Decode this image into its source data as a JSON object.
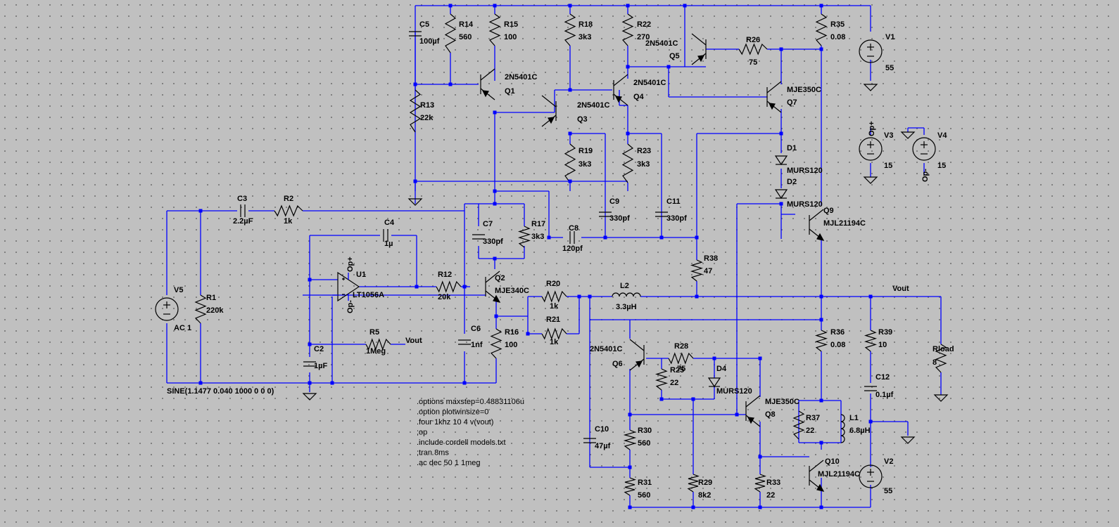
{
  "labels": {
    "C5": "C5",
    "C5v": "100µf",
    "R14": "R14",
    "R14v": "560",
    "R15": "R15",
    "R15v": "100",
    "R18": "R18",
    "R18v": "3k3",
    "R22": "R22",
    "R22v": "270",
    "R35": "R35",
    "R35v": "0.08",
    "V1": "V1",
    "V1v": "55",
    "Q5": "Q5",
    "Q5m": "2N5401C",
    "R26": "R26",
    "R26v": "75",
    "Q1": "Q1",
    "Q1m": "2N5401C",
    "Q4": "Q4",
    "Q4m": "2N5401C",
    "Q3": "Q3",
    "Q3m": "2N5401C",
    "Q7": "Q7",
    "Q7m": "MJE350C",
    "R13": "R13",
    "R13v": "22k",
    "R19": "R19",
    "R19v": "3k3",
    "R23": "R23",
    "R23v": "3k3",
    "D1": "D1",
    "D1m": "MURS120",
    "D2": "D2",
    "D2m": "MURS120",
    "V3": "V3",
    "V3v": "15",
    "V3n": "Op+",
    "V4": "V4",
    "V4v": "15",
    "V4n": "Op-",
    "C3": "C3",
    "C3v": "2.2µF",
    "R2": "R2",
    "R2v": "1k",
    "C9": "C9",
    "C9v": "330pf",
    "C11": "C11",
    "C11v": "330pf",
    "Q9": "Q9",
    "Q9m": "MJL21194C",
    "C4": "C4",
    "C4v": "1µ",
    "C7": "C7",
    "C7v": "330pf",
    "R17": "R17",
    "R17v": "3k3",
    "C8": "C8",
    "C8v": "120pf",
    "U1": "U1",
    "U1m": "LT1056A",
    "U1p": "Op+",
    "U1n": "Op-",
    "R12": "R12",
    "R12v": "20k",
    "R38": "R38",
    "R38v": "47",
    "Q2": "Q2",
    "Q2m": "MJE340C",
    "V5": "V5",
    "V5v": "AC 1",
    "R1": "R1",
    "R1v": "220k",
    "R20": "R20",
    "R20v": "1k",
    "L2": "L2",
    "L2v": "3.3µH",
    "Vout": "Vout",
    "R21": "R21",
    "R21v": "1k",
    "C6": "C6",
    "C6v": "1nf",
    "R16": "R16",
    "R16v": "100",
    "R36": "R36",
    "R36v": "0.08",
    "R39": "R39",
    "R39v": "10",
    "Rload": "Rload",
    "Rloadv": "8",
    "R5": "R5",
    "R5v": "1Meg",
    "R5net": "Vout",
    "C2": "C2",
    "C2v": "1µF",
    "Q6": "Q6",
    "Q6m": "2N5401C",
    "R28": "R28",
    "R28v": "75",
    "R25": "R25",
    "R25v": "22",
    "D4": "D4",
    "D4m": "MURS120",
    "C12": "C12",
    "C12v": "0.1µf",
    "sine": "SINE(1.1477 0.040 1000 0 0 0)",
    "Q8": "Q8",
    "Q8m": "MJE350C",
    "R37": "R37",
    "R37v": "22",
    "L1": "L1",
    "L1v": "6.8µH",
    "C10": "C10",
    "C10v": "47µf",
    "R30": "R30",
    "R30v": "560",
    "R31": "R31",
    "R31v": "560",
    "R29": "R29",
    "R29v": "8k2",
    "R33": "R33",
    "R33v": "22",
    "Q10": "Q10",
    "Q10m": "MJL21194C",
    "V2": "V2",
    "V2v": "55"
  },
  "directives": [
    ".options maxstep=0.48831106u",
    ".option plotwinsize=0",
    ".four 1khz 10 4 v(vout)",
    ";op",
    ".include cordell models.txt",
    ";tran 8ms",
    ".ac dec 50 1 1meg"
  ]
}
